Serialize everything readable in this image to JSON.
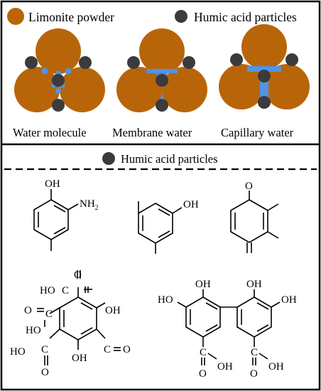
{
  "legend_top": {
    "limonite_label": "Limonite powder",
    "humic_label": "Humic acid particles"
  },
  "states": [
    {
      "label": "Water molecule",
      "water_phase": "molecule"
    },
    {
      "label": "Membrane water",
      "water_phase": "membrane"
    },
    {
      "label": "Capillary water",
      "water_phase": "capillary"
    }
  ],
  "legend_bottom": {
    "humic_label": "Humic acid particles"
  },
  "structures": {
    "s1": {
      "oh": "OH",
      "nh2": "NH2"
    },
    "s2": {
      "oh": "OH"
    },
    "s3": {
      "o": "O"
    },
    "s4": {
      "top_cooh": "HO — C = O",
      "left_cooh": "O = C — HO",
      "bottom_left_cooh": "HO — C = O",
      "bottom_right_cooh": "C = O — OH",
      "oh_right": "OH",
      "oh_bottom": "OH"
    },
    "s5": {
      "ho_left": "HO",
      "oh_top_left": "OH",
      "oh_top_right": "OH",
      "oh_right": "OH",
      "cooh_left": "C = O — OH",
      "cooh_right": "C = O — OH"
    }
  },
  "colors": {
    "limonite": "#b8650a",
    "humic": "#3a3b3d",
    "water": "#4f94e6",
    "border": "#000000"
  }
}
